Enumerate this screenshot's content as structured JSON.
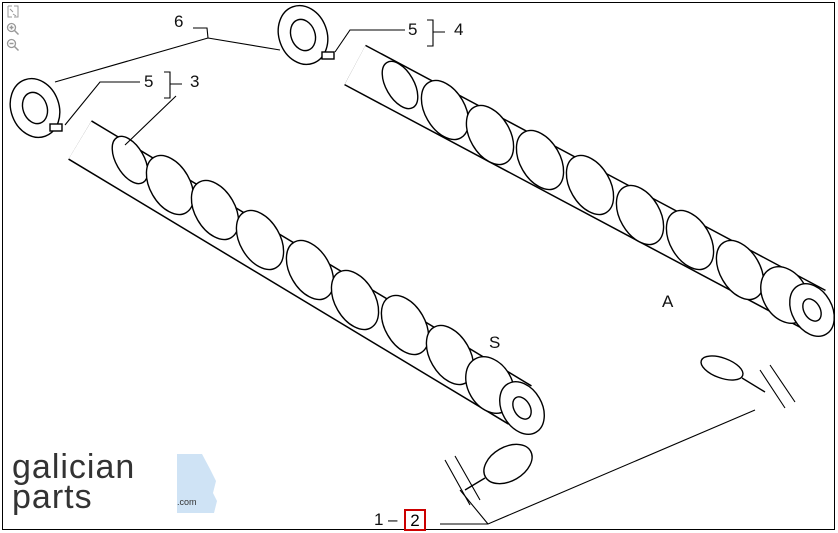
{
  "toolbar": {
    "icons": [
      "fit-view-icon",
      "zoom-in-icon",
      "zoom-out-icon"
    ]
  },
  "diagram": {
    "labels": {
      "six": "6",
      "five_top": "5",
      "four": "4",
      "five_left": "5",
      "three": "3",
      "A": "A",
      "S": "S",
      "one": "1",
      "dash": "–",
      "two": "2"
    }
  },
  "logo": {
    "line1": "galician",
    "line2": "parts",
    "suffix": ".com"
  },
  "colors": {
    "highlight": "#cc0000",
    "logo_shape": "#cfe3f5"
  }
}
